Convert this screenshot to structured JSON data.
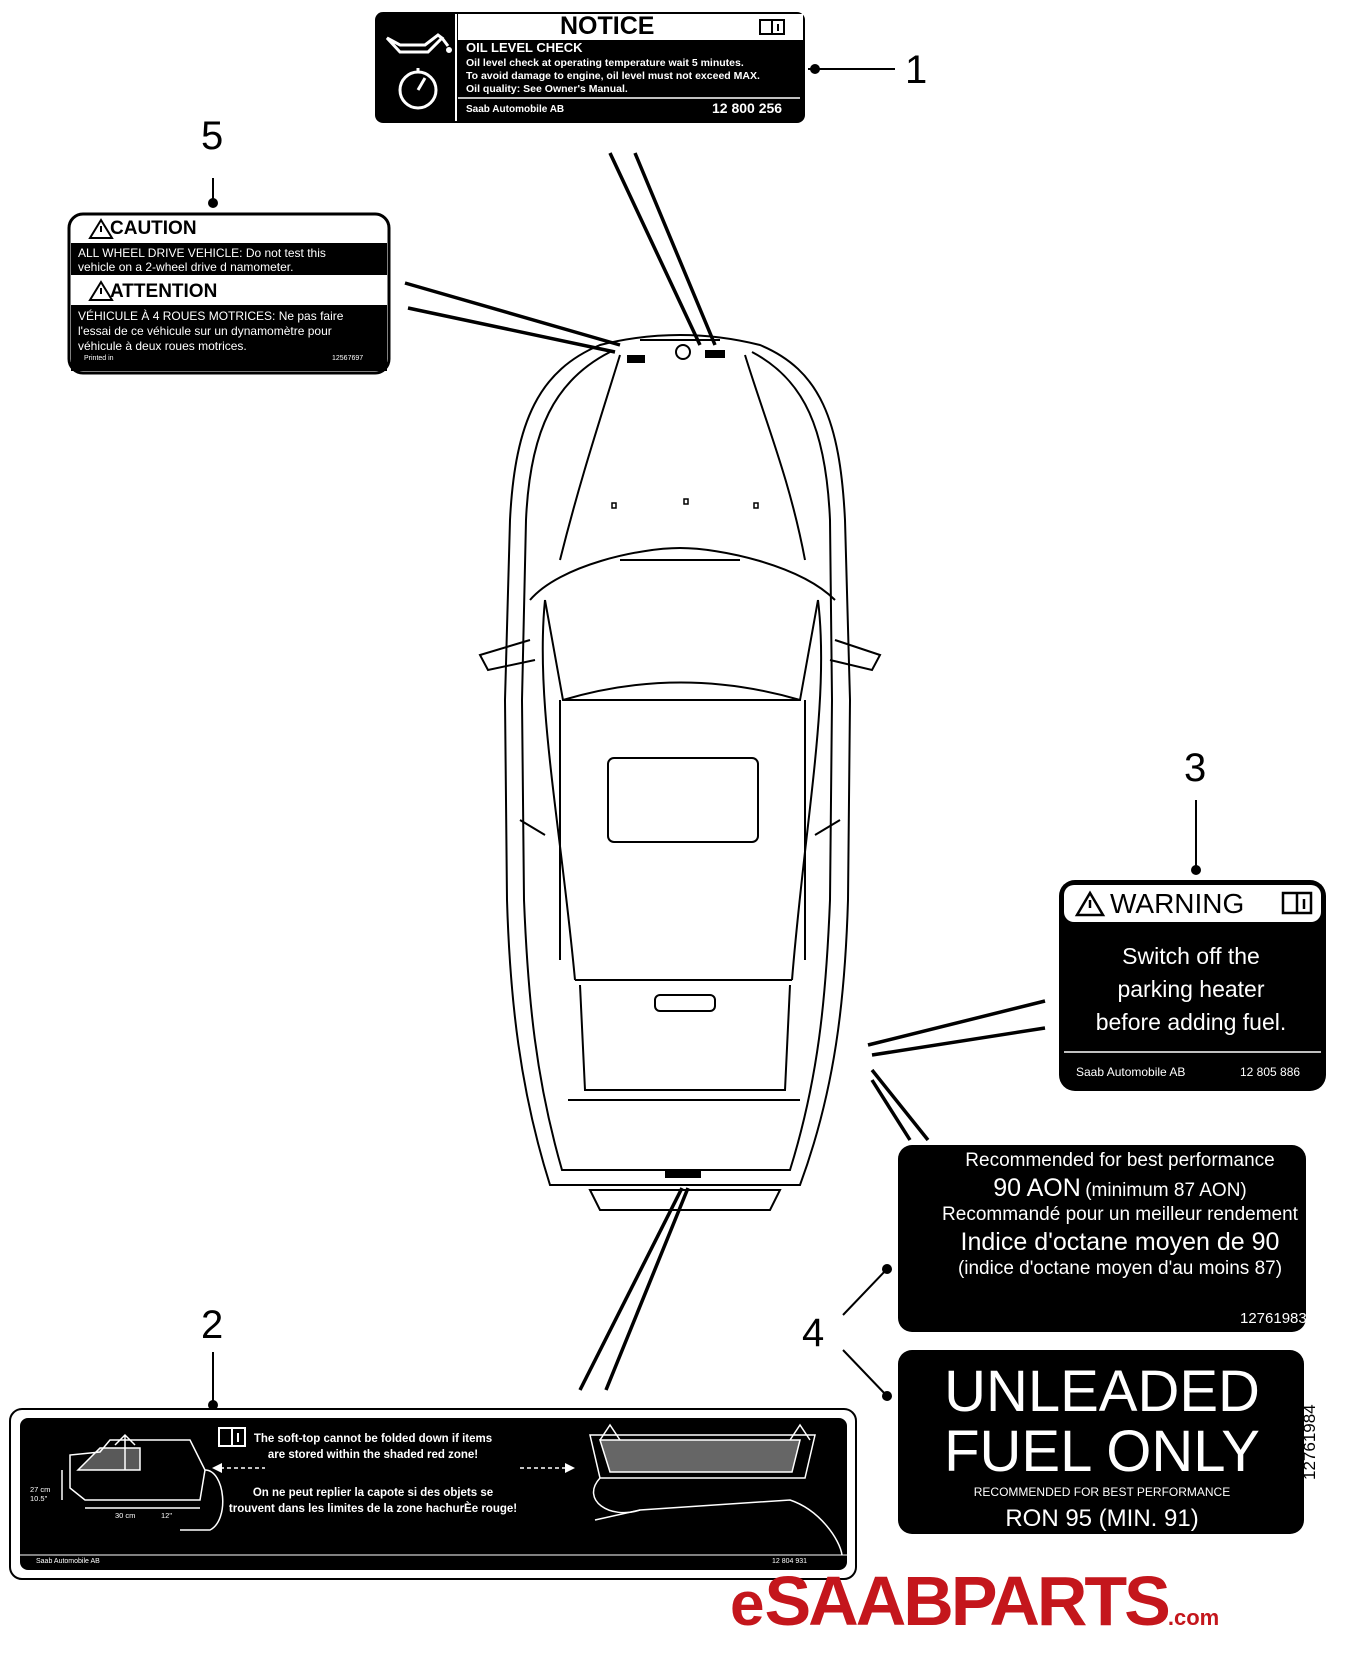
{
  "callouts": {
    "c1": "1",
    "c2": "2",
    "c3": "3",
    "c4": "4",
    "c5": "5"
  },
  "label1": {
    "title": "NOTICE",
    "subtitle": "OIL LEVEL CHECK",
    "line1": "Oil level check at operating temperature wait 5 minutes.",
    "line2": "To avoid damage to engine, oil level must not exceed MAX.",
    "line3": "Oil quality: See Owner's Manual.",
    "company": "Saab Automobile AB",
    "part_no": "12 800 256",
    "icons": [
      "oil-can-icon",
      "timer-icon",
      "manual-info-icon"
    ]
  },
  "label5": {
    "heading_en": "CAUTION",
    "body_en_1": "ALL WHEEL DRIVE VEHICLE: Do not test this",
    "body_en_2": "vehicle on a 2-wheel drive d namometer.",
    "heading_fr": "ATTENTION",
    "body_fr_1": "VÉHICULE À 4 ROUES MOTRICES: Ne pas faire",
    "body_fr_2": "l'essai de ce véhicule sur un dynamomètre pour",
    "body_fr_3": "véhicule à deux roues motrices.",
    "printed": "Printed in",
    "part_no": "12567697",
    "icons": [
      "warning-triangle-icon"
    ]
  },
  "label3": {
    "heading": "WARNING",
    "body_1": "Switch off the",
    "body_2": "parking heater",
    "body_3": "before adding fuel.",
    "company": "Saab Automobile AB",
    "part_no": "12 805 886",
    "icons": [
      "warning-triangle-icon",
      "manual-info-icon"
    ]
  },
  "label4a": {
    "line1": "Recommended for best performance",
    "line2_big": "90 AON",
    "line2_small": "(minimum 87 AON)",
    "line3": "Recommandé pour un meilleur rendement",
    "line4": "Indice d'octane moyen de 90",
    "line5": "(indice d'octane moyen d'au moins 87)",
    "part_no": "12761983"
  },
  "label4b": {
    "line1": "UNLEADED",
    "line2": "FUEL ONLY",
    "rec": "RECOMMENDED FOR BEST PERFORMANCE",
    "ron": "RON 95 (MIN. 91)",
    "vertical_no": "12761984"
  },
  "label2": {
    "en_1": "The soft-top cannot be folded down if items",
    "en_2": "are stored within the shaded red zone!",
    "fr_1": "On ne peut replier la capote si des objets se",
    "fr_2": "trouvent dans les limites de la zone hachurÈe rouge!",
    "dim_1": "27 cm",
    "dim_2": "10.5\"",
    "dim_3": "30 cm",
    "dim_4": "12\"",
    "company": "Saab Automobile AB",
    "part_no": "12 804 931",
    "icons": [
      "manual-info-icon",
      "trunk-diagram-icon",
      "car-roof-diagram-icon"
    ]
  },
  "logo": {
    "prefix": "e",
    "main": "SAABPARTS",
    "suffix": ".com",
    "color": "#c4161c"
  }
}
